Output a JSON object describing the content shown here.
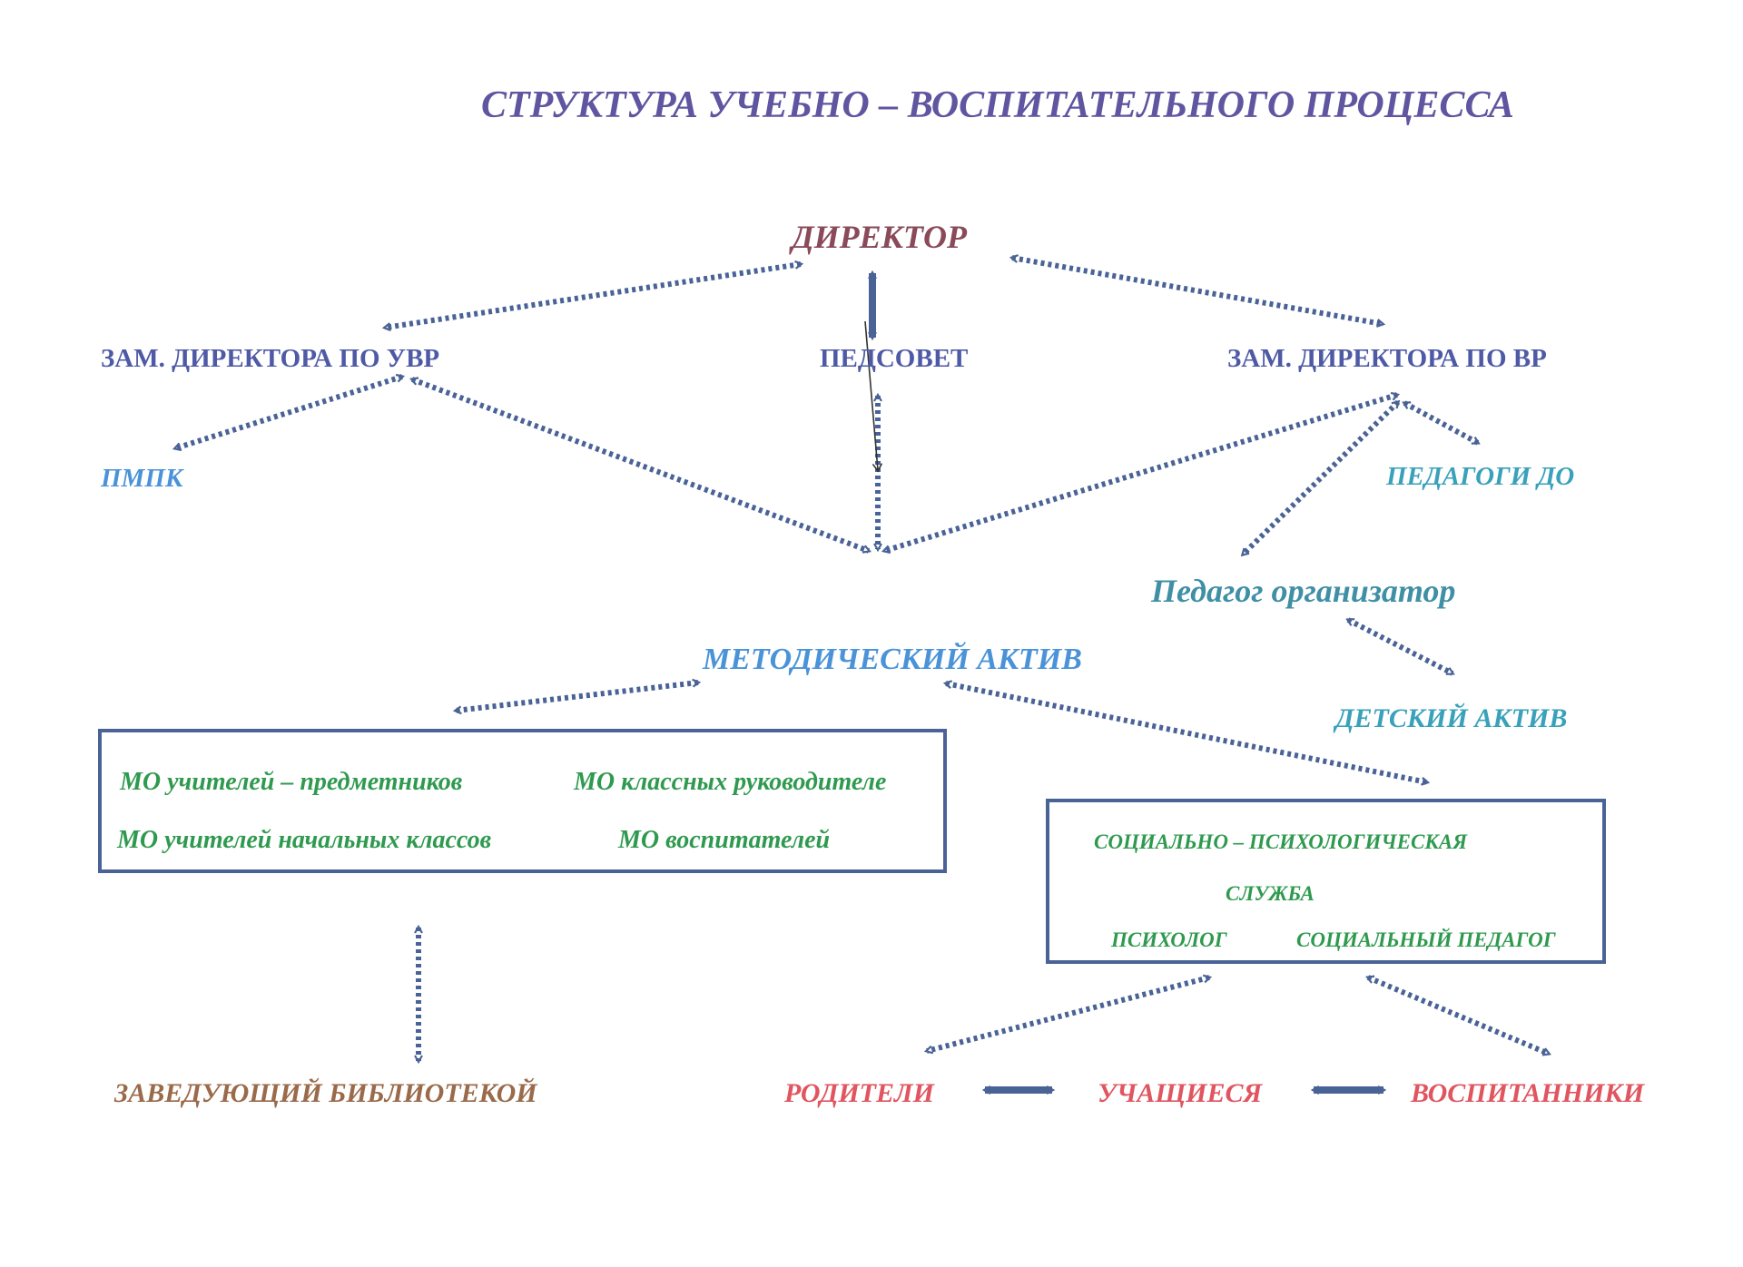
{
  "title": "СТРУКТУРА  УЧЕБНО – ВОСПИТАТЕЛЬНОГО  ПРОЦЕССА",
  "nodes": {
    "director": "ДИРЕКТОР",
    "deputy_uvr": "ЗАМ. ДИРЕКТОРА ПО УВР",
    "pedsovet": "ПЕДСОВЕТ",
    "deputy_vr": "ЗАМ. ДИРЕКТОРА ПО ВР",
    "pmpk": "ПМПК",
    "teachers_do": "ПЕДАГОГИ ДО",
    "organizer": "Педагог организатор",
    "method_active": "МЕТОДИЧЕСКИЙ  АКТИВ",
    "children_active": "ДЕТСКИЙ АКТИВ",
    "library_head": "ЗАВЕДУЮЩИЙ БИБЛИОТЕКОЙ",
    "parents": "РОДИТЕЛИ",
    "students": "УЧАЩИЕСЯ",
    "pupils": "ВОСПИТАННИКИ"
  },
  "mo_box": {
    "subject_teachers": "МО учителей – предметников",
    "class_leaders": "МО классных руководителе",
    "primary_teachers": "МО учителей начальных классов",
    "educators": "МО воспитателей"
  },
  "social_box": {
    "line1": "СОЦИАЛЬНО – ПСИХОЛОГИЧЕСКАЯ",
    "line2": "СЛУЖБА",
    "psychologist": "ПСИХОЛОГ",
    "social_teacher": "СОЦИАЛЬНЫЙ ПЕДАГОГ"
  },
  "colors": {
    "title": "#5f55a0",
    "director": "#8a4a5a",
    "deputy": "#4f5aa6",
    "light_blue": "#4a93d8",
    "teal": "#3aa1bb",
    "organizer": "#3f8fa5",
    "green": "#2f9a4f",
    "brown": "#9a6a4a",
    "red": "#e0555f",
    "arrow": "#4a6396"
  }
}
